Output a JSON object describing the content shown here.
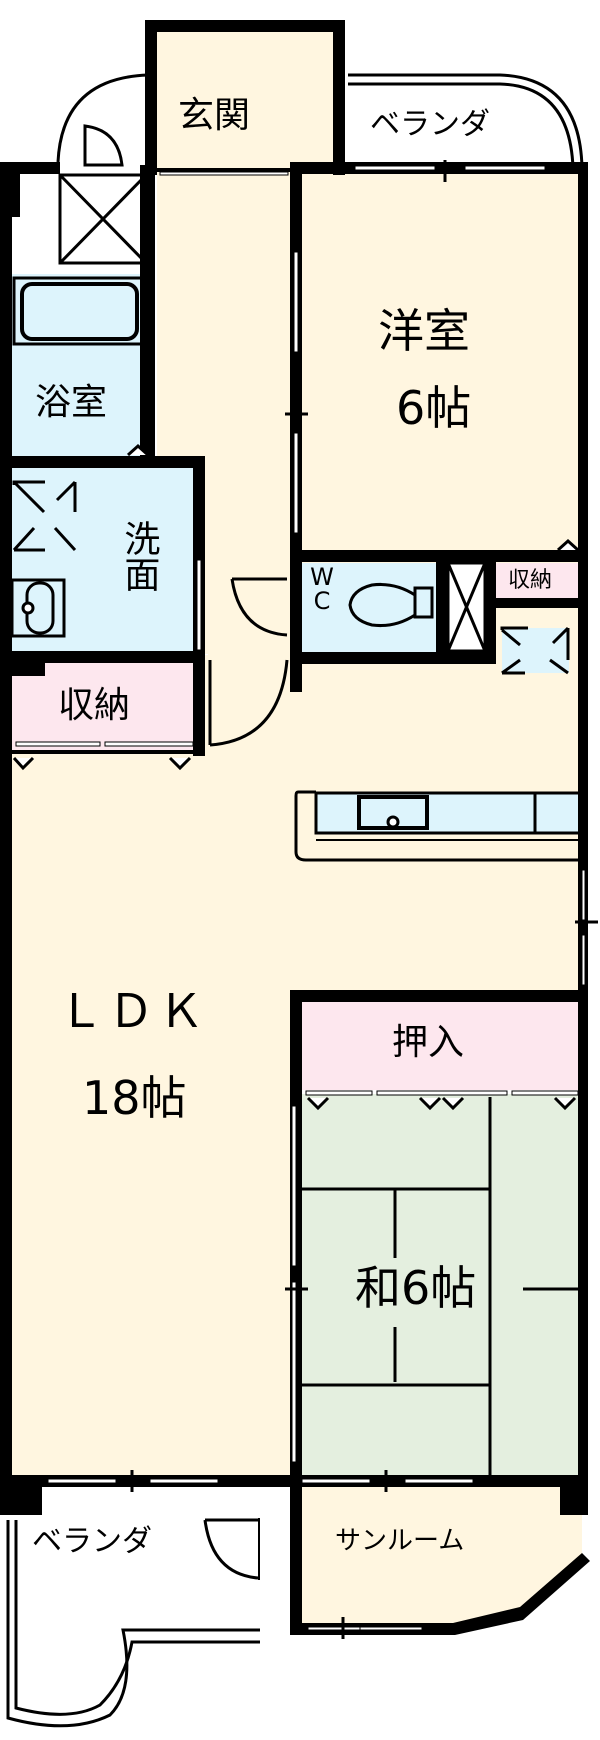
{
  "plan": {
    "colors": {
      "wall": "#000000",
      "living_floor": "#fff6e0",
      "wet_area": "#ddf4fc",
      "storage": "#fde7ee",
      "tatami": "#e4efdf",
      "exterior": "#ffffff"
    },
    "rooms": {
      "entrance": {
        "label": "玄関"
      },
      "balcony_top": {
        "label": "ベランダ"
      },
      "western_room": {
        "label": "洋室",
        "size": "6帖"
      },
      "bathroom": {
        "label": "浴室"
      },
      "washroom": {
        "label": "洗面"
      },
      "toilet": {
        "label": "W C"
      },
      "storage_right": {
        "label": "収納"
      },
      "storage_left": {
        "label": "収納"
      },
      "ldk": {
        "label": "ＬＤＫ",
        "size": "18帖"
      },
      "oshiire": {
        "label": "押入"
      },
      "japanese_room": {
        "label": "和6帖"
      },
      "balcony_bottom": {
        "label": "ベランダ"
      },
      "sunroom": {
        "label": "サンルーム"
      }
    }
  }
}
